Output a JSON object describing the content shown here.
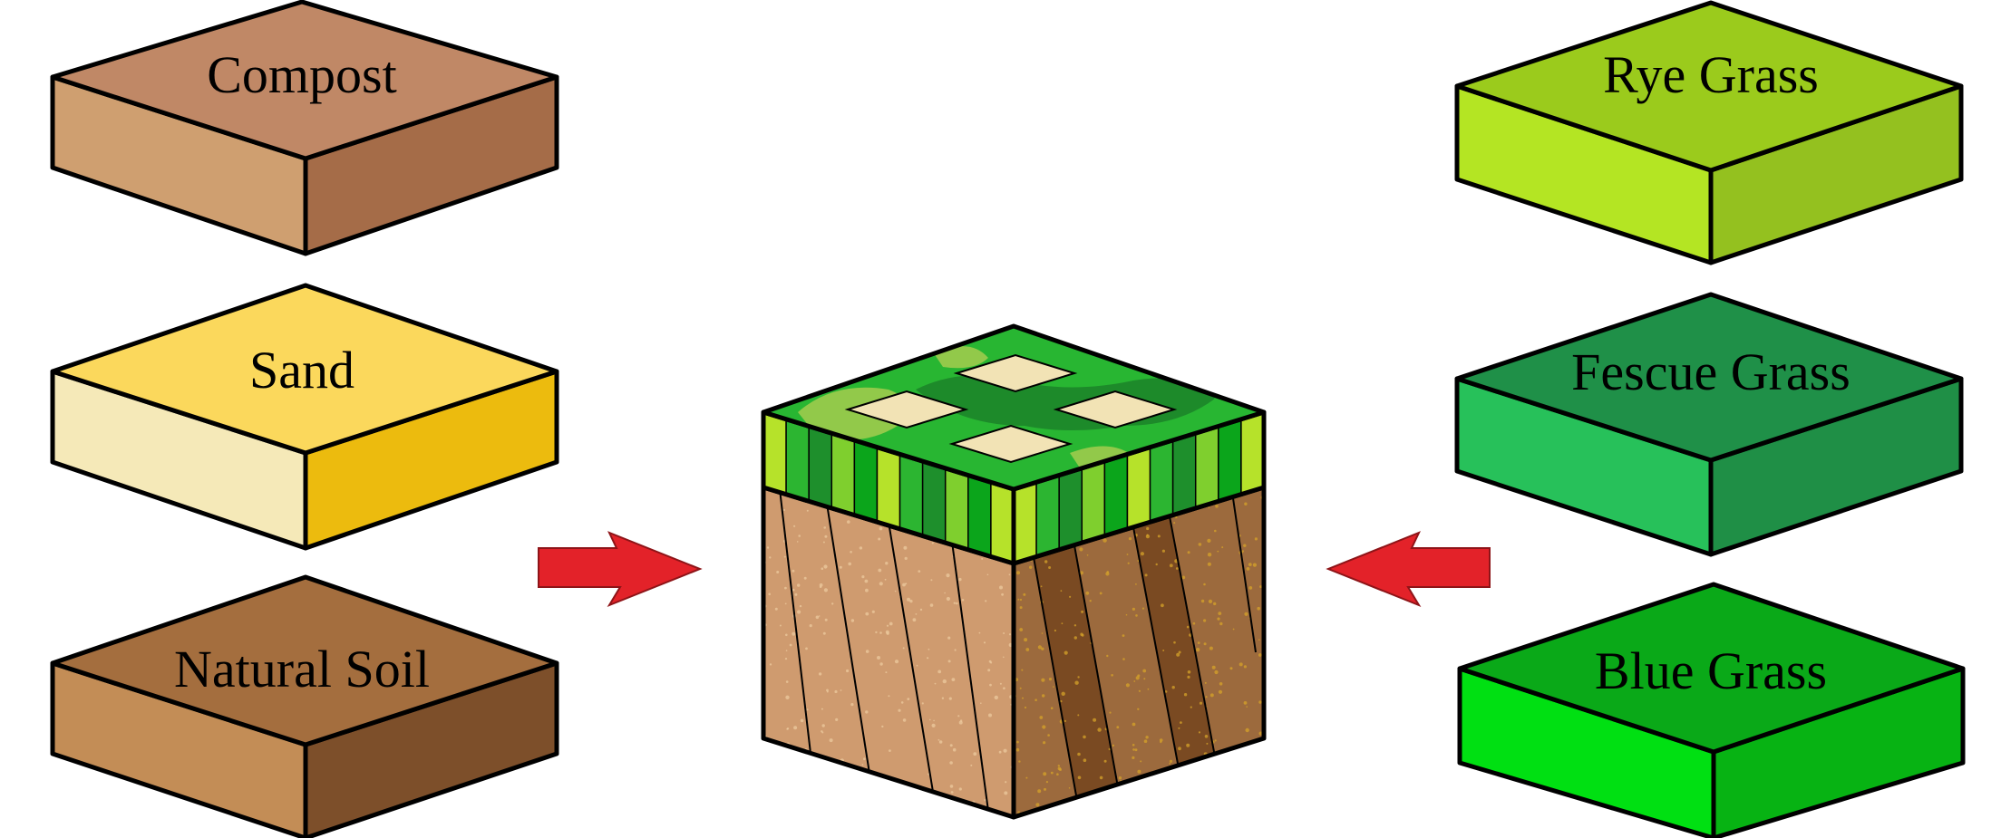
{
  "ingredients_left": [
    {
      "label": "Compost",
      "colors": {
        "top": "#c08866",
        "left": "#cf9f70",
        "right": "#a56c48"
      }
    },
    {
      "label": "Sand",
      "colors": {
        "top": "#fbd85c",
        "left": "#f5e9b8",
        "right": "#ecbb0e"
      }
    },
    {
      "label": "Natural Soil",
      "colors": {
        "top": "#a46e3e",
        "left": "#c38d56",
        "right": "#7d4f2a"
      }
    }
  ],
  "ingredients_right": [
    {
      "label": "Rye Grass",
      "colors": {
        "top": "#9bcb1c",
        "left": "#b4e523",
        "right": "#94c11f"
      }
    },
    {
      "label": "Fescue Grass",
      "colors": {
        "top": "#1f9048",
        "left": "#27c15a",
        "right": "#1f8f46"
      }
    },
    {
      "label": "Blue Grass",
      "colors": {
        "top": "#0aa918",
        "left": "#00e012",
        "right": "#07b313"
      }
    }
  ],
  "result_block": {
    "grass_top": "#28b632",
    "grass_dark": "#1d8a2a",
    "grass_patch": "#92c94a",
    "tile": "#f2e3b5",
    "soil_left": "#cf9b6f",
    "soil_right": "#9c6a3d",
    "soil_speck": "#d6a32a",
    "stripe_colors": [
      "#b6e22a",
      "#2cb531",
      "#1e8f2c",
      "#7fcf2e",
      "#0ba51b"
    ]
  },
  "arrows": {
    "color": "#e32229",
    "left_direction": "right",
    "right_direction": "left"
  }
}
